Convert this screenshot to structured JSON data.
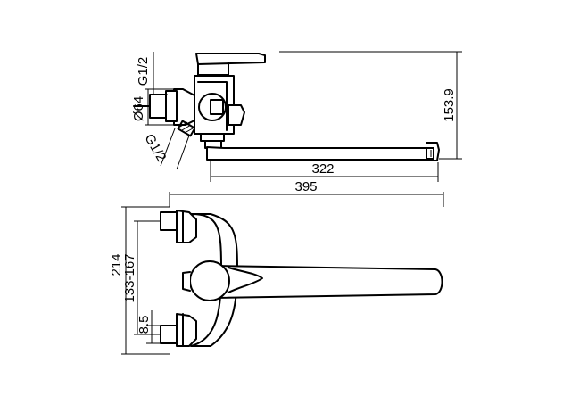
{
  "dimensions": {
    "height_total": "153.9",
    "spout_322": "322",
    "overall_395": "395",
    "inlet_thread_top": "G1/2",
    "outlet_thread": "G1/2",
    "flange_diameter": "Ø64",
    "height_214": "214",
    "center_range": "133-167",
    "offset_8_5": "8.5"
  }
}
